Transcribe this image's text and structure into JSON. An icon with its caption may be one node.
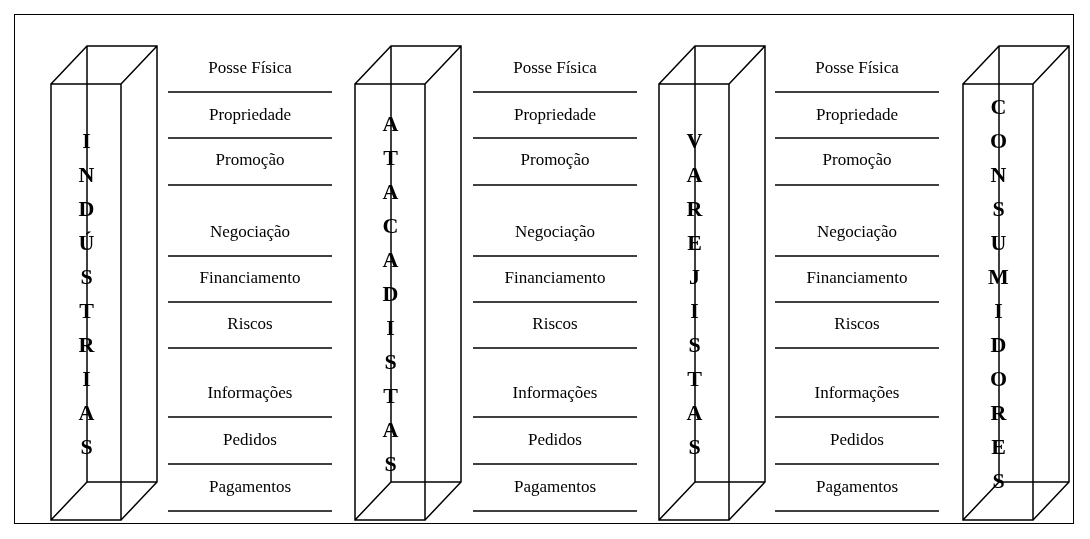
{
  "diagram": {
    "nodes": [
      {
        "text": [
          "INDÚSTRIAS"
        ]
      },
      {
        "text": [
          "ATACADISTAS"
        ]
      },
      {
        "text": [
          "VAREJISTAS"
        ]
      },
      {
        "text": [
          "CONSUMIDORES"
        ]
      }
    ],
    "labels": [
      "Posse Física",
      "Posse Física",
      "Posse Física",
      "Propriedade",
      "Propriedade",
      "Propriedade",
      "Promoção",
      "Promoção",
      "Promoção",
      "Negociação",
      "Negociação",
      "Negociação",
      "Financiamento",
      "Financiamento",
      "Financiamento",
      "Riscos",
      "Riscos",
      "Riscos",
      "Informações",
      "Informações",
      "Informações",
      "Pedidos",
      "Pedidos",
      "Pedidos",
      "Pagamentos",
      "Pagamentos",
      "Pagamentos"
    ]
  }
}
